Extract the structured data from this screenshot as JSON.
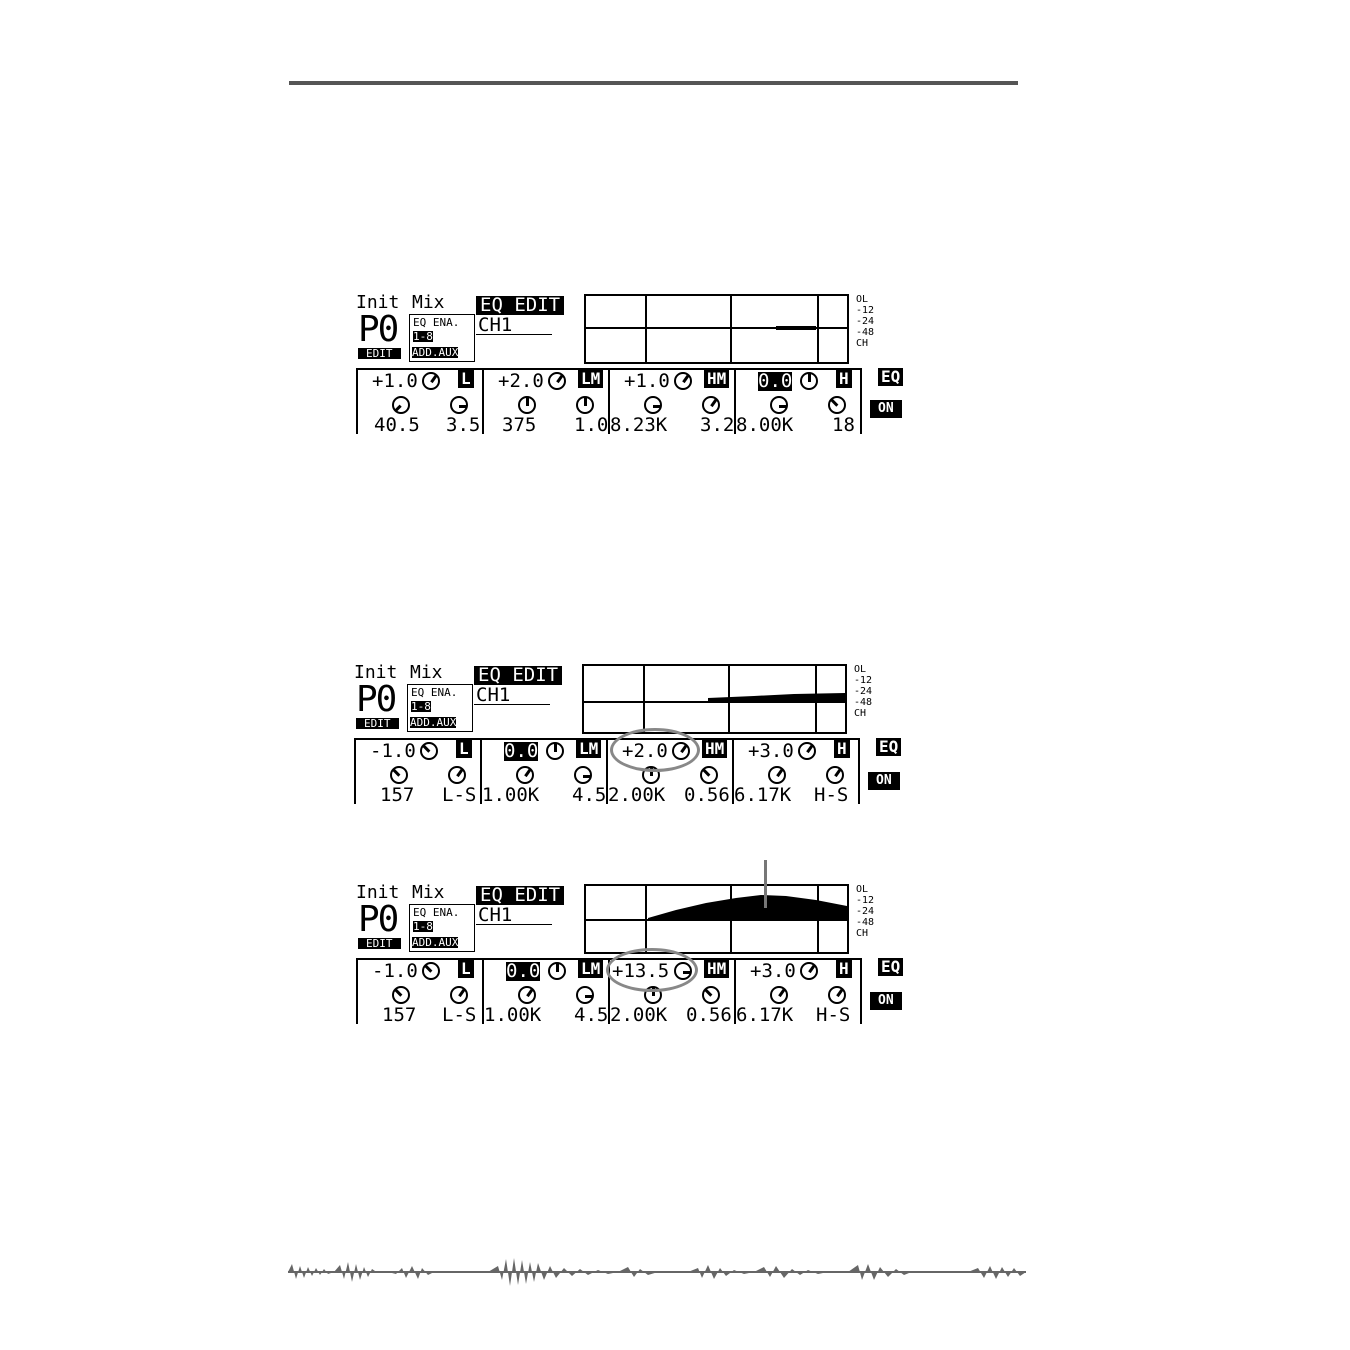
{
  "screens": [
    {
      "scene_name": "Init",
      "scene_mix": "Mix",
      "program": "P0",
      "edit_label": "EDIT",
      "eq_ena_label": "EQ ENA.",
      "eq_ena_value": "1-8",
      "add_aux": "ADD.AUX",
      "title": "EQ EDIT",
      "channel": "CH1",
      "meter": [
        "OL",
        "-12",
        "-24",
        "-48",
        "CH"
      ],
      "bands": [
        {
          "name": "L",
          "gain": "+1.0",
          "gain_inverted": false,
          "freq": "40.5",
          "q": "3.5"
        },
        {
          "name": "LM",
          "gain": "+2.0",
          "gain_inverted": false,
          "freq": "375",
          "q": "1.0"
        },
        {
          "name": "HM",
          "gain": "+1.0",
          "gain_inverted": false,
          "freq": "8.23K",
          "q": "3.2"
        },
        {
          "name": "H",
          "gain": "0.0",
          "gain_inverted": true,
          "freq": "8.00K",
          "q": "18"
        }
      ],
      "eq_label": "EQ",
      "eq_state": "ON"
    },
    {
      "scene_name": "Init",
      "scene_mix": "Mix",
      "program": "P0",
      "edit_label": "EDIT",
      "eq_ena_label": "EQ ENA.",
      "eq_ena_value": "1-8",
      "add_aux": "ADD.AUX",
      "title": "EQ EDIT",
      "channel": "CH1",
      "meter": [
        "OL",
        "-12",
        "-24",
        "-48",
        "CH"
      ],
      "bands": [
        {
          "name": "L",
          "gain": "-1.0",
          "gain_inverted": false,
          "freq": "157",
          "q": "L-S"
        },
        {
          "name": "LM",
          "gain": "0.0",
          "gain_inverted": true,
          "freq": "1.00K",
          "q": "4.5"
        },
        {
          "name": "HM",
          "gain": "+2.0",
          "gain_inverted": false,
          "freq": "2.00K",
          "q": "0.56"
        },
        {
          "name": "H",
          "gain": "+3.0",
          "gain_inverted": false,
          "freq": "6.17K",
          "q": "H-S"
        }
      ],
      "eq_label": "EQ",
      "eq_state": "ON"
    },
    {
      "scene_name": "Init",
      "scene_mix": "Mix",
      "program": "P0",
      "edit_label": "EDIT",
      "eq_ena_label": "EQ ENA.",
      "eq_ena_value": "1-8",
      "add_aux": "ADD.AUX",
      "title": "EQ EDIT",
      "channel": "CH1",
      "meter": [
        "OL",
        "-12",
        "-24",
        "-48",
        "CH"
      ],
      "bands": [
        {
          "name": "L",
          "gain": "-1.0",
          "gain_inverted": false,
          "freq": "157",
          "q": "L-S"
        },
        {
          "name": "LM",
          "gain": "0.0",
          "gain_inverted": true,
          "freq": "1.00K",
          "q": "4.5"
        },
        {
          "name": "HM",
          "gain": "+13.5",
          "gain_inverted": false,
          "freq": "2.00K",
          "q": "0.56"
        },
        {
          "name": "H",
          "gain": "+3.0",
          "gain_inverted": false,
          "freq": "6.17K",
          "q": "H-S"
        }
      ],
      "eq_label": "EQ",
      "eq_state": "ON"
    }
  ]
}
